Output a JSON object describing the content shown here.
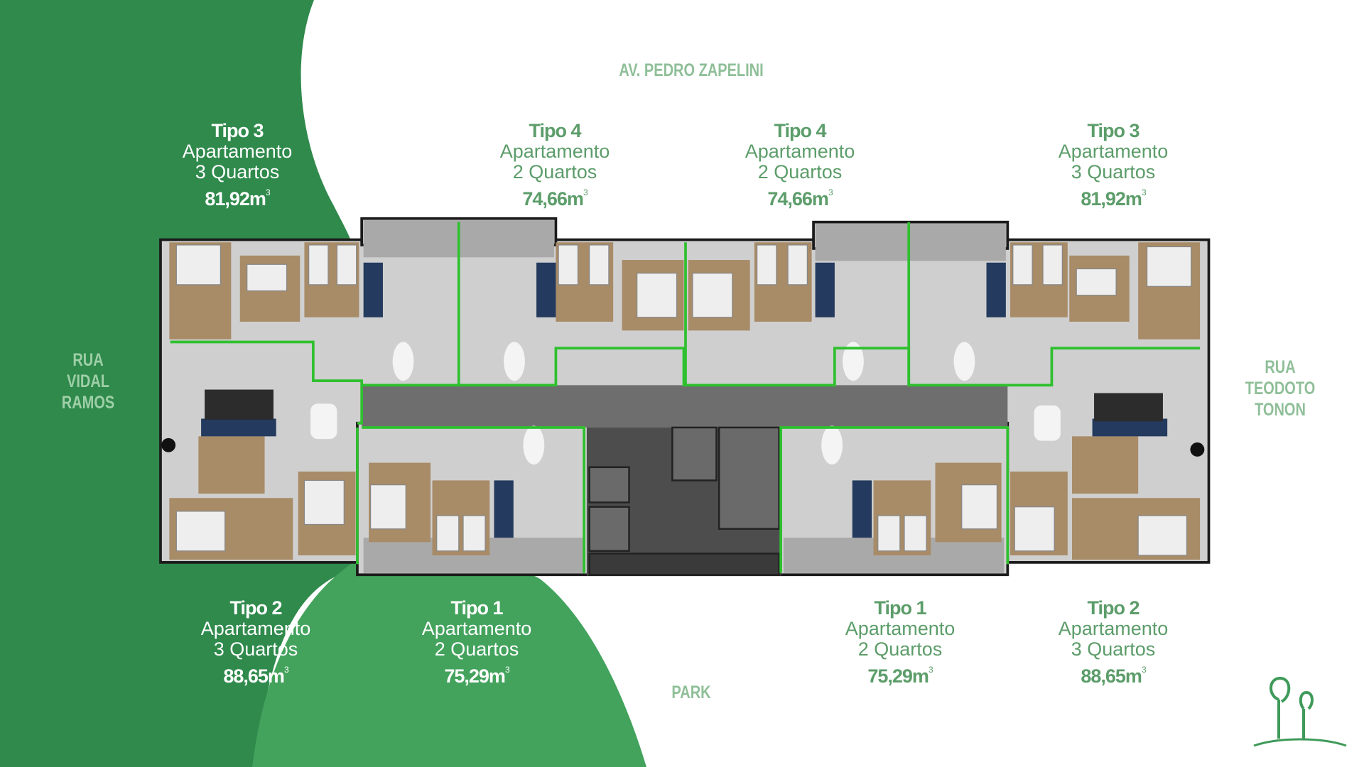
{
  "streets": {
    "top": "AV. PEDRO ZAPELINI",
    "left": [
      "RUA",
      "VIDAL",
      "RAMOS"
    ],
    "right": [
      "RUA",
      "TEODOTO",
      "TONON"
    ],
    "bottom": "PARK"
  },
  "units": [
    {
      "tipo": "Tipo 3",
      "apt": "Apartamento",
      "rooms": "3 Quartos",
      "area": "81,92m",
      "unit_sup": "3"
    },
    {
      "tipo": "Tipo 4",
      "apt": "Apartamento",
      "rooms": "2 Quartos",
      "area": "74,66m",
      "unit_sup": "3"
    },
    {
      "tipo": "Tipo 4",
      "apt": "Apartamento",
      "rooms": "2 Quartos",
      "area": "74,66m",
      "unit_sup": "3"
    },
    {
      "tipo": "Tipo 3",
      "apt": "Apartamento",
      "rooms": "3 Quartos",
      "area": "81,92m",
      "unit_sup": "3"
    },
    {
      "tipo": "Tipo 2",
      "apt": "Apartamento",
      "rooms": "3 Quartos",
      "area": "88,65m",
      "unit_sup": "3"
    },
    {
      "tipo": "Tipo 1",
      "apt": "Apartamento",
      "rooms": "2 Quartos",
      "area": "75,29m",
      "unit_sup": "3"
    },
    {
      "tipo": "Tipo 1",
      "apt": "Apartamento",
      "rooms": "2 Quartos",
      "area": "75,29m",
      "unit_sup": "3"
    },
    {
      "tipo": "Tipo 2",
      "apt": "Apartamento",
      "rooms": "3 Quartos",
      "area": "88,65m",
      "unit_sup": "3"
    }
  ],
  "colors": {
    "dark_green": "#2f8a4c",
    "light_green": "#43a35d",
    "label_green": "#5c9d6a",
    "outline_green": "#2fc02f"
  },
  "logo_icon": "tree-logo-icon"
}
